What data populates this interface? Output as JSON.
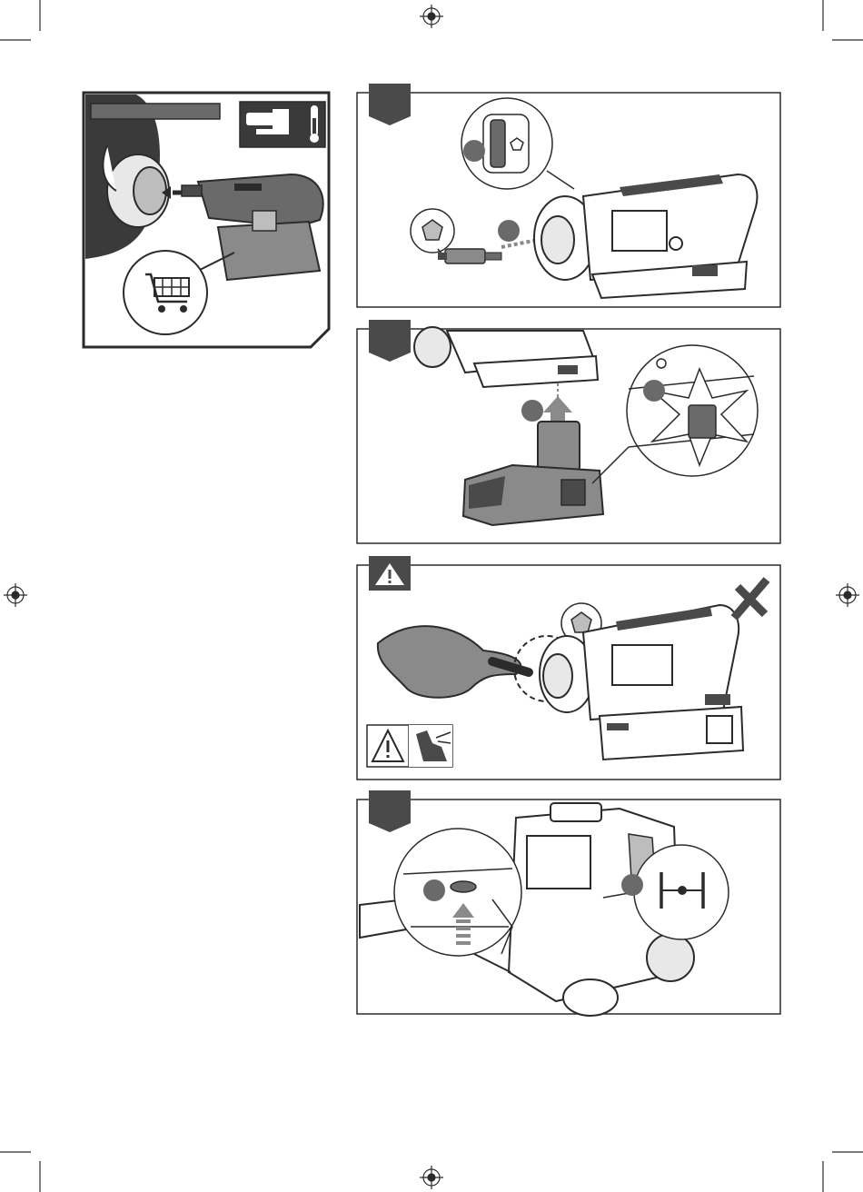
{
  "page": {
    "ink": "#2b2b2b",
    "panel_fill": "#4a4a4a",
    "mid_gray": "#8a8a8a",
    "light_gray": "#d4d4d4",
    "paper": "#ffffff"
  },
  "panels": [
    {
      "id": "panel-1",
      "type": "step",
      "tab": "numbered-step-tab",
      "callouts": [
        "pentagon-bit-icon",
        "chuck-lock-button"
      ]
    },
    {
      "id": "panel-2",
      "type": "step",
      "tab": "numbered-step-tab",
      "callouts": [
        "battery-release-button"
      ]
    },
    {
      "id": "panel-3",
      "type": "warning",
      "tab": "warning-triangle-icon",
      "callouts": [
        "pentagon-bit-icon",
        "prohibited-x-icon",
        "cut-hazard-icon"
      ]
    },
    {
      "id": "panel-4",
      "type": "step",
      "tab": "numbered-step-tab",
      "callouts": [
        "tension-knob",
        "level-indicator-icon"
      ]
    }
  ],
  "side_panel": {
    "callouts": [
      "thermometer-icon",
      "shopping-cart-icon"
    ]
  }
}
